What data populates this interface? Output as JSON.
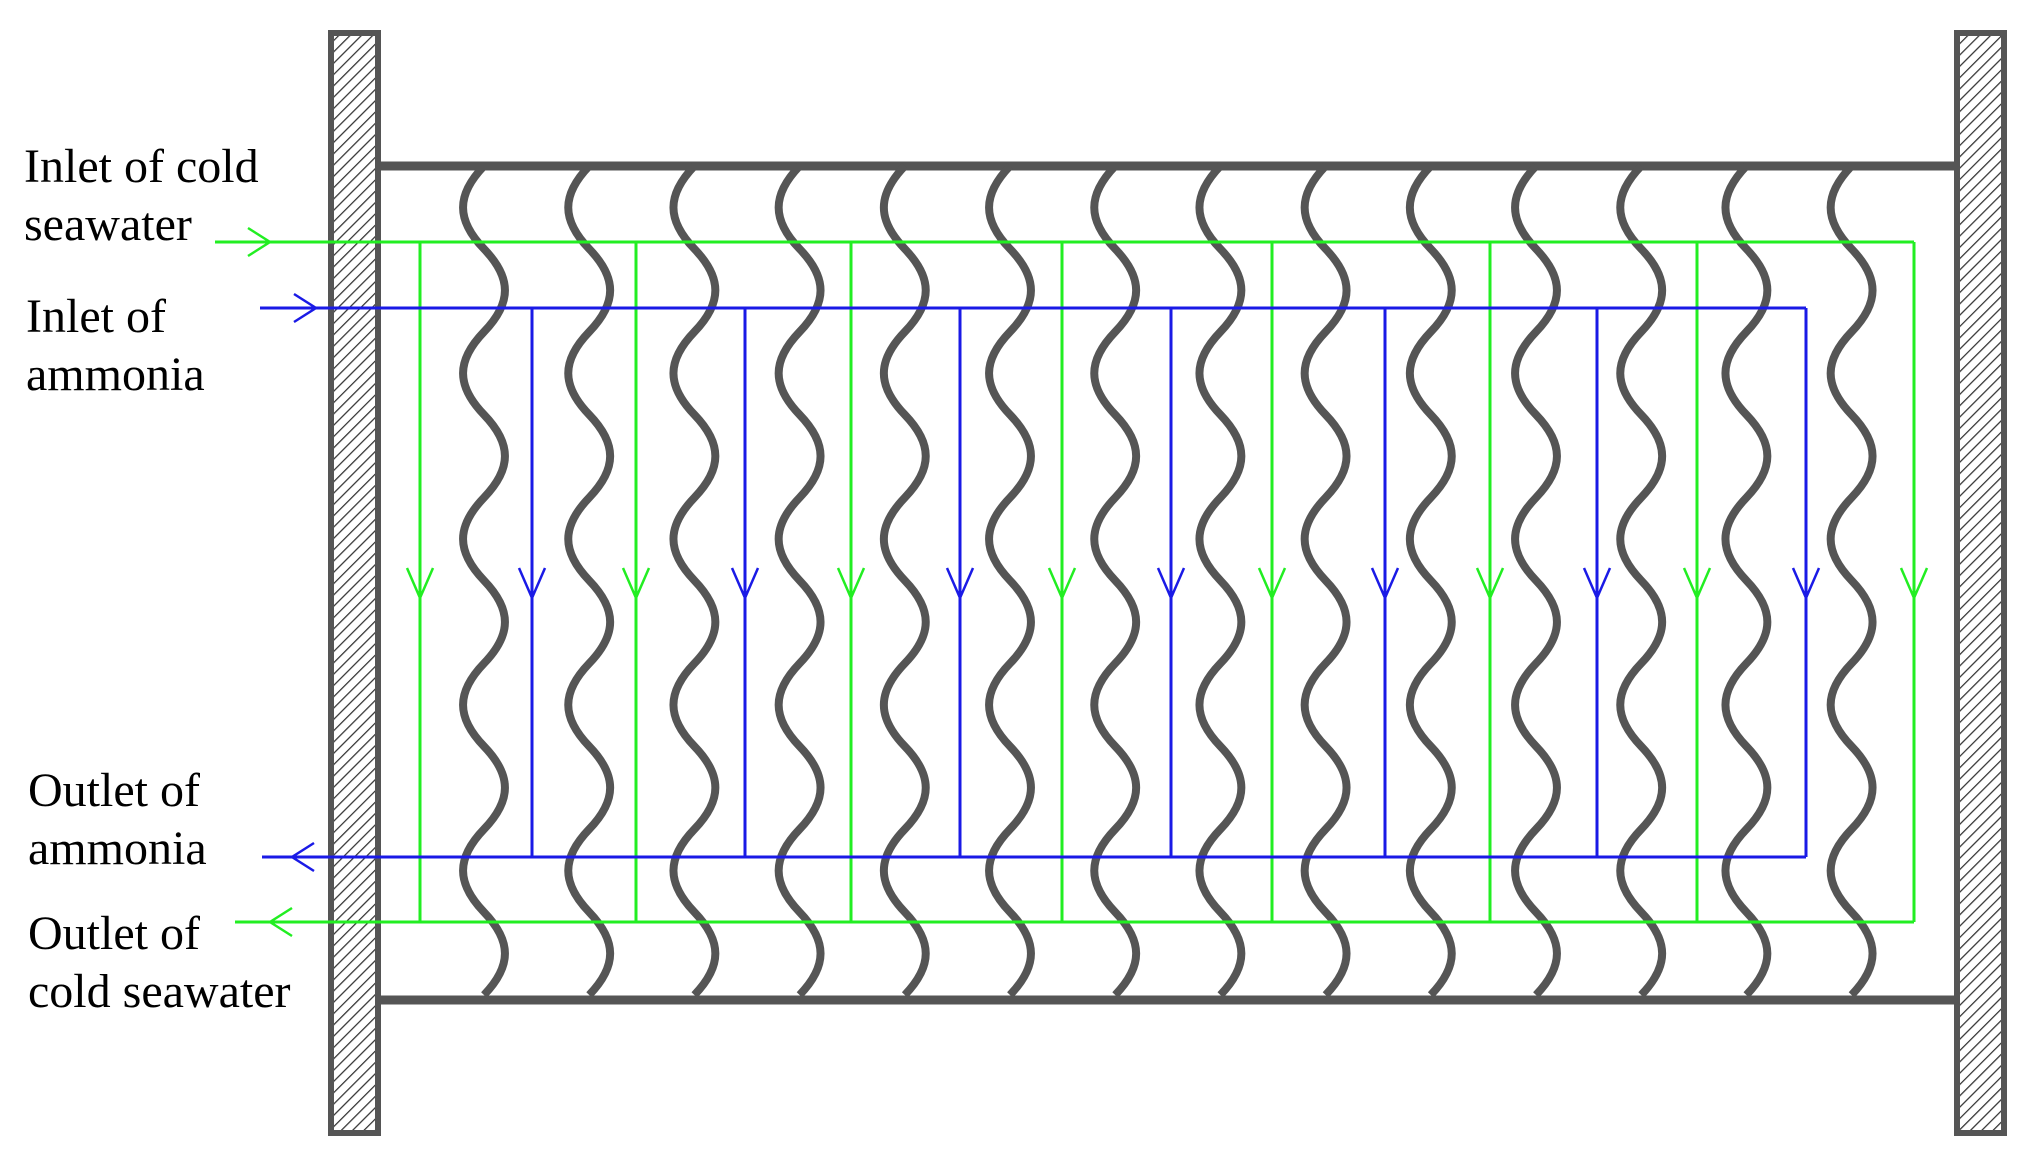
{
  "labels": {
    "inlet_seawater": [
      "Inlet of cold",
      "seawater"
    ],
    "inlet_ammonia": [
      "Inlet of",
      "ammonia"
    ],
    "outlet_ammonia": [
      "Outlet of",
      "ammonia"
    ],
    "outlet_seawater": [
      "Outlet of",
      "cold seawater"
    ]
  },
  "colors": {
    "seawater": "#22ee22",
    "ammonia": "#1a1ae6",
    "structure": "#555555",
    "text": "#000000"
  },
  "plates": {
    "count": 14
  },
  "channels": {
    "seawater_count": 8,
    "ammonia_count": 7
  }
}
